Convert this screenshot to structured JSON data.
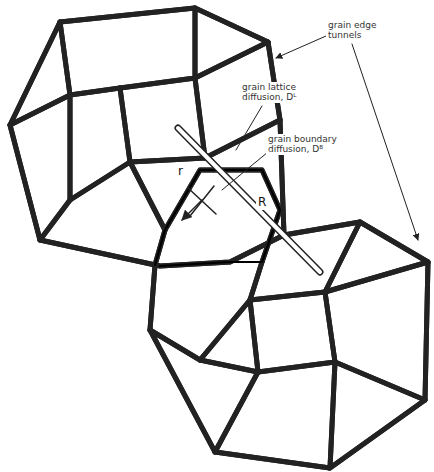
{
  "diagram": {
    "labels": [
      "grain edge tunnels",
      "grain lattice diffusion, Dᴸ",
      "grain boundary diffusion, Dᴮ",
      "r",
      "R"
    ]
  }
}
